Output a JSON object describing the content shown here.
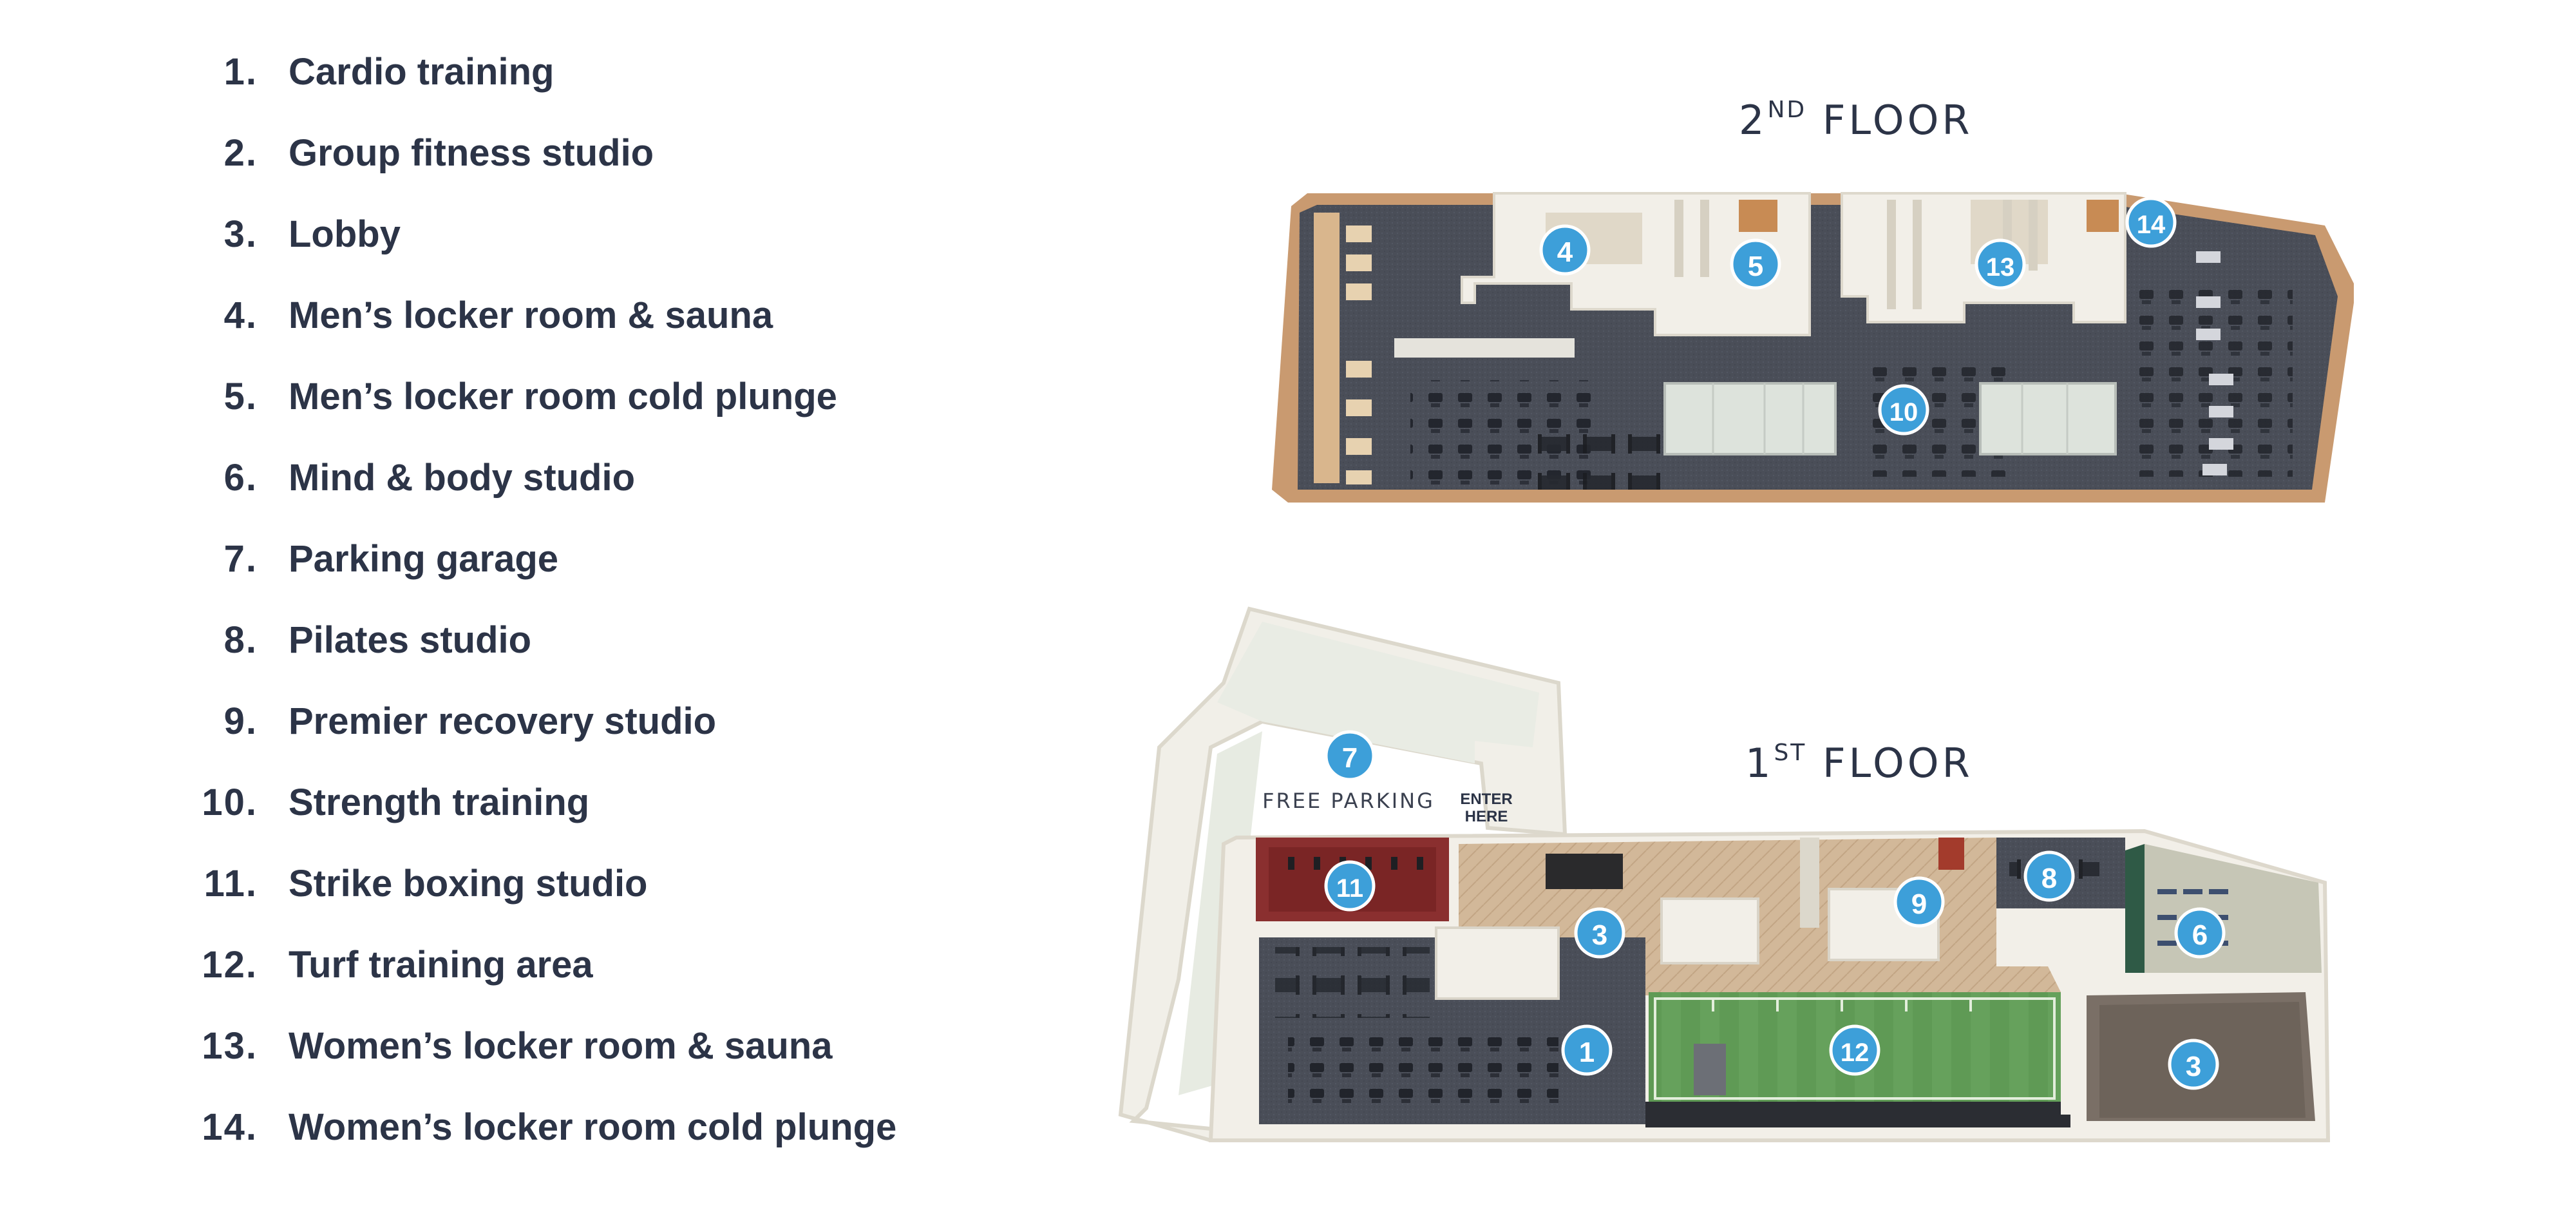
{
  "legend": [
    {
      "num": "1.",
      "label": "Cardio training"
    },
    {
      "num": "2.",
      "label": "Group fitness studio"
    },
    {
      "num": "3.",
      "label": "Lobby"
    },
    {
      "num": "4.",
      "label": "Men’s locker room & sauna"
    },
    {
      "num": "5.",
      "label": "Men’s locker room cold plunge"
    },
    {
      "num": "6.",
      "label": "Mind & body studio"
    },
    {
      "num": "7.",
      "label": "Parking garage"
    },
    {
      "num": "8.",
      "label": "Pilates studio"
    },
    {
      "num": "9.",
      "label": "Premier recovery studio"
    },
    {
      "num": "10.",
      "label": "Strength training"
    },
    {
      "num": "11.",
      "label": "Strike boxing studio"
    },
    {
      "num": "12.",
      "label": "Turf training area"
    },
    {
      "num": "13.",
      "label": "Women’s locker room & sauna"
    },
    {
      "num": "14.",
      "label": "Women’s locker room cold plunge"
    }
  ],
  "floors": {
    "second": {
      "main": "2",
      "sup": "ND",
      "rest": " FLOOR"
    },
    "first": {
      "main": "1",
      "sup": "ST",
      "rest": " FLOOR"
    }
  },
  "map_labels": {
    "free_parking": "FREE PARKING",
    "enter_line1": "ENTER",
    "enter_line2": "HERE"
  },
  "markers": {
    "m4": "4",
    "m5": "5",
    "m13": "13",
    "m14": "14",
    "m10": "10",
    "m7": "7",
    "m11": "11",
    "m3a": "3",
    "m9": "9",
    "m8": "8",
    "m6": "6",
    "m1": "1",
    "m12": "12",
    "m3b": "3"
  },
  "colors": {
    "marker": "#3d9fd9",
    "carpet": "#4a4e58",
    "wall": "#f2efe8",
    "wood": "#d8c0a4",
    "turf": "#5f9a55",
    "lobby_floor": "#cfb596",
    "parking": "#e9ece4",
    "boxing": "#8a2f2f"
  }
}
